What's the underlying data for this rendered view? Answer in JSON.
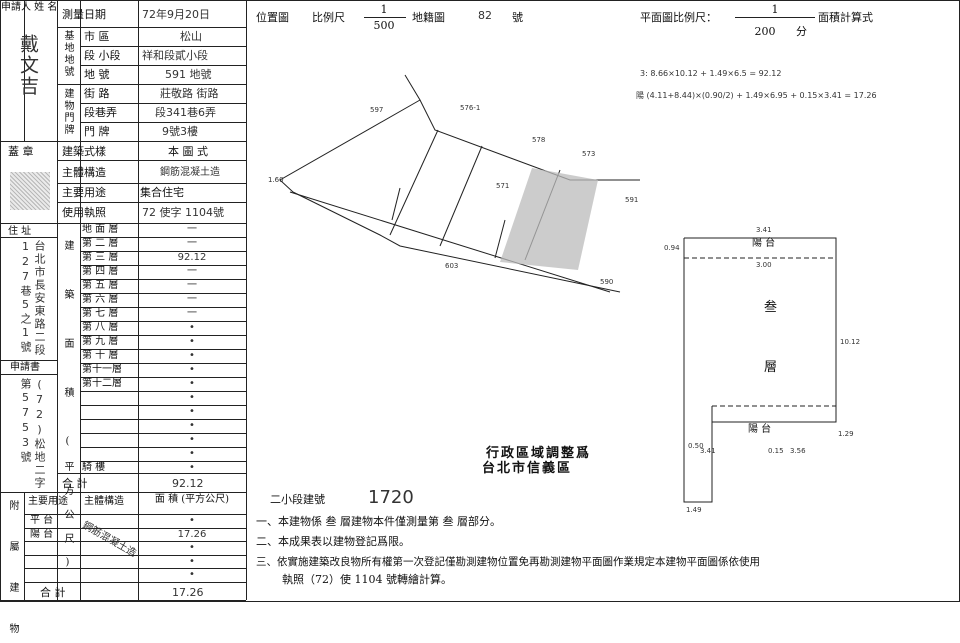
{
  "left_panel": {
    "applicant_header": "申請人 姓 名",
    "applicant_name": "戴文吉",
    "survey_date_label": "測量日期",
    "survey_date": "72年9月20日",
    "site_label": "基地地號",
    "city_label": "市 區",
    "city_value": "松山",
    "section_label": "段 小段",
    "section_value": "祥和段貳小段",
    "landno_label": "地 號",
    "landno_value": "591 地號",
    "doorplate_label": "建物門牌",
    "street_label": "街 路",
    "street_value": "莊敬路 街路",
    "lane_label": "段巷弄",
    "lane_value": "段341巷6弄",
    "number_label": "門 牌",
    "number_value": "9號3樓",
    "seal_label": "蓋 章",
    "address_label": "住 址",
    "address_value": "台北市長安東路二段127巷5之1號",
    "holder_label": "申請書",
    "holder_value": "(72)松地二字第5753號",
    "style_label": "建築式樣",
    "style_value": "本 圖 式",
    "structure_label": "主體構造",
    "structure_value": "鋼筋混凝土造",
    "use_label": "主要用途",
    "use_value": "集合住宅",
    "permit_label": "使用執照",
    "permit_value": "72 使字 1104號",
    "area_side_label": "建 築 面 積 (平方公尺)",
    "floors": [
      {
        "label": "地 面 層",
        "value": "一"
      },
      {
        "label": "第 二 層",
        "value": "一"
      },
      {
        "label": "第 三 層",
        "value": "92.12"
      },
      {
        "label": "第 四 層",
        "value": "一"
      },
      {
        "label": "第 五 層",
        "value": "一"
      },
      {
        "label": "第 六 層",
        "value": "一"
      },
      {
        "label": "第 七 層",
        "value": "一"
      },
      {
        "label": "第 八 層",
        "value": "•"
      },
      {
        "label": "第 九 層",
        "value": "•"
      },
      {
        "label": "第 十 層",
        "value": "•"
      },
      {
        "label": "第十一層",
        "value": "•"
      },
      {
        "label": "第十二層",
        "value": "•"
      },
      {
        "label": "",
        "value": "•"
      },
      {
        "label": "",
        "value": "•"
      },
      {
        "label": "",
        "value": "•"
      },
      {
        "label": "",
        "value": "•"
      },
      {
        "label": "",
        "value": "•"
      },
      {
        "label": "騎 樓",
        "value": "•"
      }
    ],
    "total_label": "合 計",
    "total_value": "92.12",
    "annex_side_label": "附 屬 建 物",
    "annex_use_label": "主要用途",
    "annex_struct_label": "主體構造",
    "annex_area_label": "面 積 (平方公尺)",
    "annex_struct_value": "鋼筋混凝土造",
    "annex_rows": [
      {
        "use": "平 台",
        "area": "•"
      },
      {
        "use": "陽 台",
        "area": "17.26"
      },
      {
        "use": "",
        "area": "•"
      },
      {
        "use": "",
        "area": "•"
      },
      {
        "use": "",
        "area": "•"
      }
    ],
    "annex_total_label": "合 計",
    "annex_total_value": "17.26"
  },
  "header": {
    "location_label": "位置圖",
    "scale_label": "比例尺",
    "scale_num": "1",
    "scale_den": "500",
    "sheet_label": "地籍圖",
    "sheet_no": "82",
    "sheet_suffix": "號",
    "plan_label": "平面圖比例尺：",
    "plan_num": "1",
    "plan_den": "200",
    "plan_unit": "分",
    "calc_label": "面積計算式"
  },
  "calc": {
    "line1": "3: 8.66×10.12 + 1.49×6.5 = 92.12",
    "line2": "陽 (4.11+8.44)×(0.90/2) + 1.49×6.95 + 0.15×3.41 = 17.26"
  },
  "site_plan": {
    "labels": [
      "597",
      "576-1",
      "578",
      "573",
      "1.60",
      "571",
      "591",
      "603",
      "590"
    ]
  },
  "floor_plan": {
    "top_dim": "3.41",
    "top_balcony": "陽 台",
    "inner_dim": "3.00",
    "room_1": "叁",
    "room_2": "層",
    "right_dim": "10.12",
    "left_dim": "0.94",
    "bottom_balcony": "陽 台",
    "bottom_dims": [
      "3.41",
      "0.15",
      "3.56"
    ],
    "side_dims": [
      "0.50",
      "1.29",
      "1.49"
    ]
  },
  "admin": {
    "line1": "行政區域調整爲",
    "line2": "台北市信義區"
  },
  "footer": {
    "subsection_label": "二小段建號",
    "building_no": "1720",
    "note1": "一、本建物係  叁  層建物本件僅測量第  叁  層部分。",
    "note2": "二、本成果表以建物登記爲限。",
    "note3a": "三、依實施建築改良物所有權第一次登記僅勘測建物位置免再勘測建物平面圖作業規定本建物平面圖係依使用",
    "note3b": "執照（72）使  1104  號轉繪計算。"
  }
}
